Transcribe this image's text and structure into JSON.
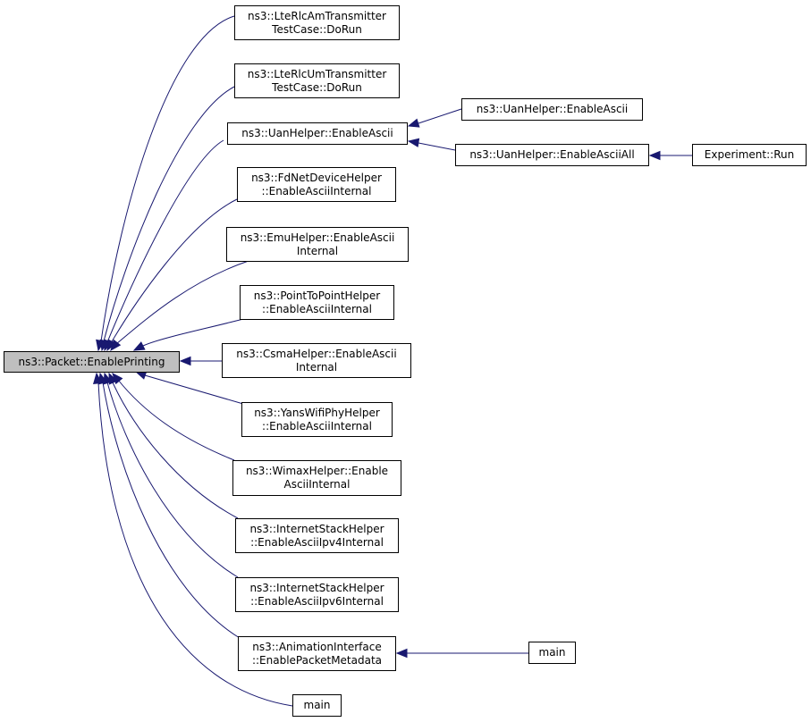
{
  "colors": {
    "edge": "#191970",
    "focus_fill": "#bfbfbf",
    "node_border": "#000000"
  },
  "nodes": {
    "packet_enableprinting": [
      "ns3::Packet::EnablePrinting"
    ],
    "lterlcam": [
      "ns3::LteRlcAmTransmitter",
      "TestCase::DoRun"
    ],
    "lterlcum": [
      "ns3::LteRlcUmTransmitter",
      "TestCase::DoRun"
    ],
    "uanhelper_enableascii": [
      "ns3::UanHelper::EnableAscii"
    ],
    "uanhelper_enableascii_2": [
      "ns3::UanHelper::EnableAscii"
    ],
    "uanhelper_enableasciiall": [
      "ns3::UanHelper::EnableAsciiAll"
    ],
    "experiment_run": [
      "Experiment::Run"
    ],
    "fdnetdevicehelper": [
      "ns3::FdNetDeviceHelper",
      "::EnableAsciiInternal"
    ],
    "emuhelper": [
      "ns3::EmuHelper::EnableAscii",
      "Internal"
    ],
    "pointtopointhelper": [
      "ns3::PointToPointHelper",
      "::EnableAsciiInternal"
    ],
    "csmahelper": [
      "ns3::CsmaHelper::EnableAscii",
      "Internal"
    ],
    "yanswifiphyhelper": [
      "ns3::YansWifiPhyHelper",
      "::EnableAsciiInternal"
    ],
    "wimaxhelper": [
      "ns3::WimaxHelper::Enable",
      "AsciiInternal"
    ],
    "internetstack_ipv4": [
      "ns3::InternetStackHelper",
      "::EnableAsciiIpv4Internal"
    ],
    "internetstack_ipv6": [
      "ns3::InternetStackHelper",
      "::EnableAsciiIpv6Internal"
    ],
    "animationinterface": [
      "ns3::AnimationInterface",
      "::EnablePacketMetadata"
    ],
    "main_1": [
      "main"
    ],
    "main_2": [
      "main"
    ]
  }
}
